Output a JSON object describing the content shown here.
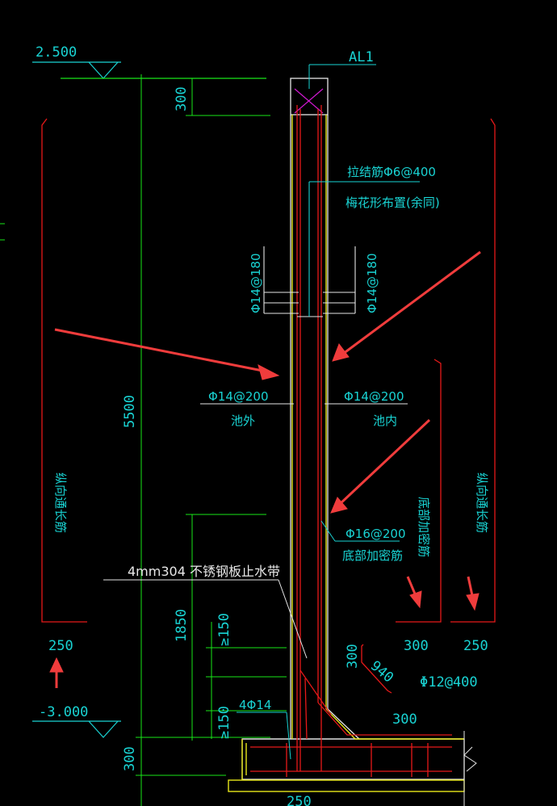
{
  "drawing": {
    "elevation_top": "2.500",
    "elevation_bottom": "-3.000",
    "beam_tag": "AL1",
    "dim_top": "300",
    "dim_height": "5500",
    "dim_lower": "1850",
    "dim_150_upper": "≥150",
    "dim_150_lower": "≥150",
    "dim_bottom_300": "300",
    "dim_250_left": "250",
    "dim_300_right": "300",
    "dim_250_right": "250",
    "dim_300_bend": "300",
    "dim_940": "940",
    "dim_300_bottom": "300",
    "dim_base_partial": "250",
    "tie_bar": "拉结筋Φ6@400",
    "tie_bar_note": "梅花形布置(余同)",
    "rebar_left_vertical": "Φ14@180",
    "rebar_right_vertical": "Φ14@180",
    "rebar_outer": "Φ14@200",
    "rebar_outer_side": "池外",
    "rebar_inner": "Φ14@200",
    "rebar_inner_side": "池内",
    "rebar_bottom_add": "Φ16@200",
    "rebar_bottom_add_label": "底部加密筋",
    "waterstop": "4mm304 不锈钢板止水带",
    "corner_bars": "4Φ14",
    "bend_bar": "Φ12@400",
    "longitudinal_left": "纵向通长筋",
    "longitudinal_right": "纵向通长筋",
    "bottom_add_right": "底部加密筋",
    "colors": {
      "background": "#000000",
      "text": "#19d3d3",
      "dimension": "#19e619",
      "concrete": "#e6e6e6",
      "rebar": "#e61919",
      "frame": "#e6e619",
      "arrow": "#f03c3c",
      "cross": "#d219d2"
    }
  }
}
